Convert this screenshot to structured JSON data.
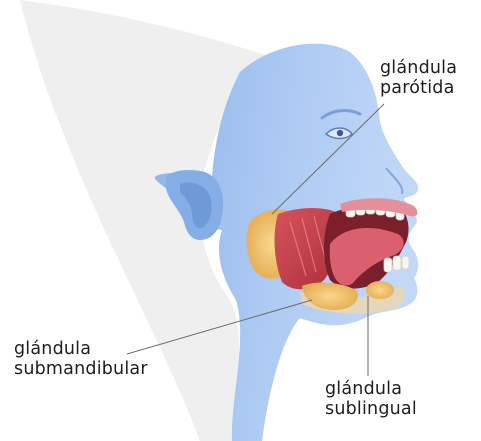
{
  "labels": {
    "parotid": [
      "glándula",
      "parótida"
    ],
    "submandibular": [
      "glándula",
      "submandibular"
    ],
    "sublingual": [
      "glándula",
      "sublingual"
    ]
  },
  "colors": {
    "background_swoosh": "#efefef",
    "skin": "#a9c8f2",
    "skin_shadow": "#7fa6de",
    "gland_yellow": "#f1c36b",
    "muscle_red": "#c8424a",
    "mouth_dark": "#7a1f2b",
    "tongue": "#d9606c",
    "teeth": "#f7f7f2",
    "leader_line": "#6b6b6b",
    "text": "#1f1f1f"
  }
}
